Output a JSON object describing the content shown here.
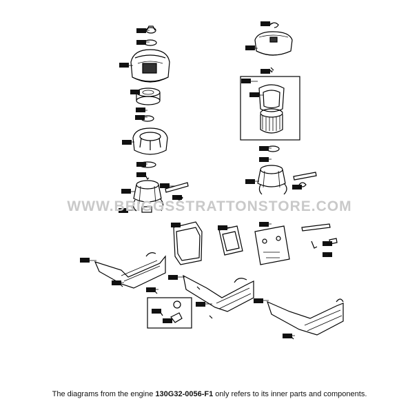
{
  "watermark": "WWW.BRIGGSSTRATTONSTORE.COM",
  "caption": {
    "prefix": "The diagrams from the engine ",
    "engine_model": "130G32-0056-F1",
    "suffix": " only refers to its inner parts and components."
  },
  "colors": {
    "line": "#000000",
    "label_fill": "#111111",
    "watermark": "#c9c9c9"
  }
}
